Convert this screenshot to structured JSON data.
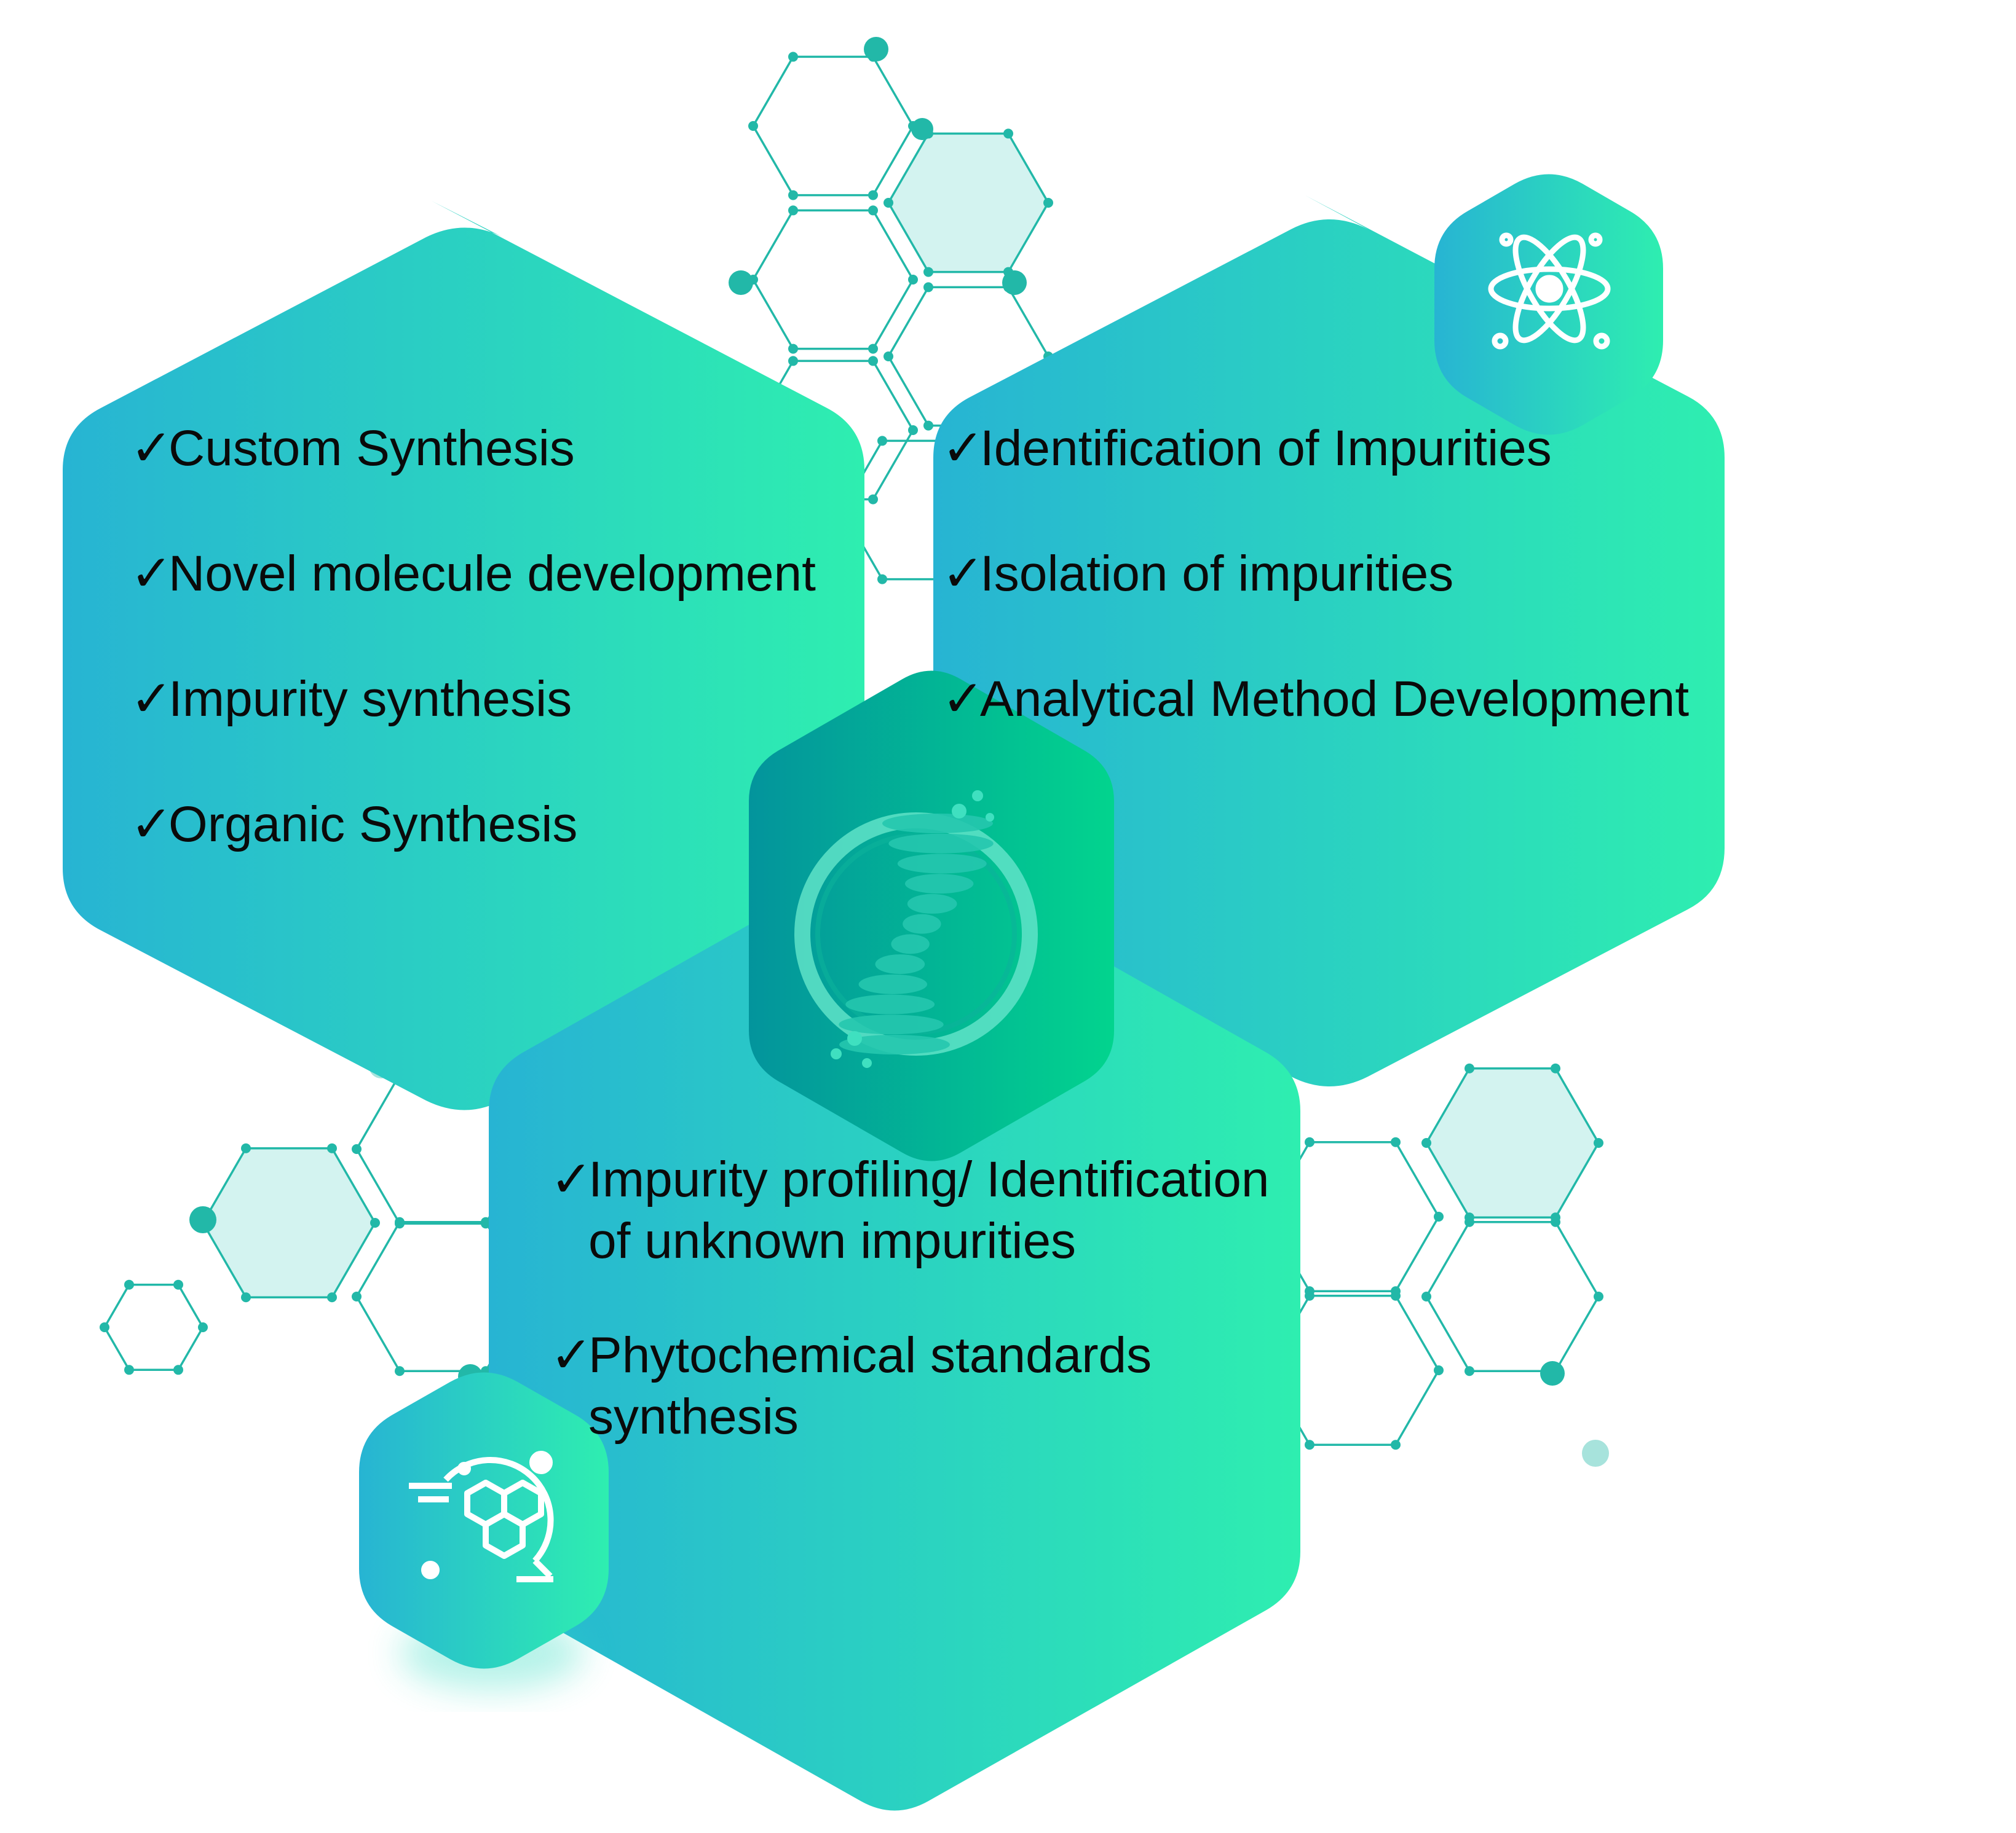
{
  "colors": {
    "gradient_start": "#27b4d3",
    "gradient_end": "#2eeeb0",
    "center_start": "#03949c",
    "center_end": "#02d48e",
    "network_line": "#22b8a8",
    "network_faint": "#b8ece4",
    "network_fill": "#d3f3f0",
    "icon_white": "#ffffff",
    "text": "#0a0a0a"
  },
  "icons": {
    "top_right": "atom-icon",
    "center": "dna-helix-icon",
    "bottom_left": "molecule-flask-icon",
    "check": "checkmark"
  },
  "check_glyph": "✓",
  "panels": {
    "left": {
      "items": [
        "Custom Synthesis",
        "Novel molecule development",
        "Impurity synthesis",
        "Organic Synthesis"
      ]
    },
    "right": {
      "items": [
        "Identification of Impurities",
        "Isolation of impurities",
        "Analytical Method Development"
      ]
    },
    "bottom": {
      "items": [
        "Impurity profiling/ Identification of unknown impurities",
        "Phytochemical standards synthesis"
      ]
    }
  }
}
